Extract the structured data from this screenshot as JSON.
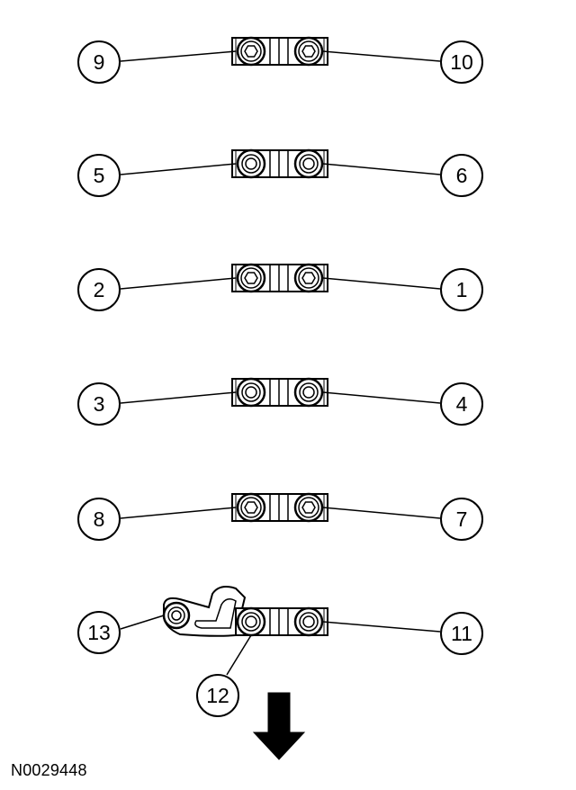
{
  "figure_id": "N0029448",
  "bolt_callouts": [
    {
      "row": 1,
      "left": "9",
      "right": "10"
    },
    {
      "row": 2,
      "left": "5",
      "right": "6"
    },
    {
      "row": 3,
      "left": "2",
      "right": "1"
    },
    {
      "row": 4,
      "left": "3",
      "right": "4"
    },
    {
      "row": 5,
      "left": "8",
      "right": "7"
    },
    {
      "row": 6,
      "left": "13",
      "right": "11",
      "bottom": "12"
    }
  ],
  "direction_arrow": "down-arrow",
  "colors": {
    "ink": "#000000",
    "background": "#ffffff"
  }
}
